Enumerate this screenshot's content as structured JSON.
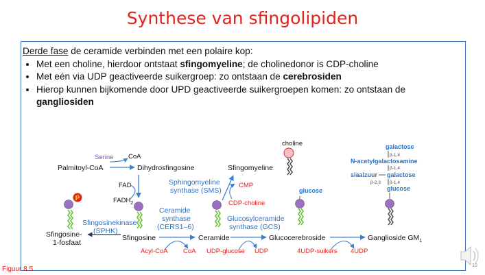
{
  "slide": {
    "title": "Synthese van sfingolipiden",
    "intro_underlined": "Derde fase",
    "intro_rest": " de ceramide verbinden met een polaire kop:",
    "bullets": [
      {
        "pre": "Met een choline, hierdoor ontstaat ",
        "bold": "sfingomyeline",
        "post": "; de cholinedonor is CDP-choline"
      },
      {
        "pre": "Met eén via UDP geactiveerde suikergroep: zo ontstaan de ",
        "bold": "cerebrosiden",
        "post": ""
      },
      {
        "pre": "Hierop kunnen bijkomende door UPD geactiveerde suikergroepen komen: zo ontstaan de ",
        "bold": "gangliosiden",
        "post": ""
      }
    ],
    "figure_label": "Figuur 8.5",
    "page_number": "10",
    "speaker_icon": "speaker-icon"
  },
  "diagram": {
    "serine": "Serine",
    "coa_top": "CoA",
    "palmitoyl_coa": "Palmitoyl-CoA",
    "dihydrosfingosine": "Dihydrosfingosine",
    "fad": "FAD",
    "fadh2": "FADH",
    "fadh2_sub": "2",
    "p_label": "P",
    "sfingosinekinase": "Sfingosinekinase",
    "sphk": "(SPHK)",
    "sfingosine_1_fosfaat_1": "Sfingosine-",
    "sfingosine_1_fosfaat_2": "1-fosfaat",
    "sfingosine": "Sfingosine",
    "ceramide_synthase_1": "Ceramide",
    "ceramide_synthase_2": "synthase",
    "ceramide_synthase_3": "(CERS1–6)",
    "acyl_coa": "Acyl-CoA",
    "coa_bottom": "CoA",
    "ceramide": "Ceramide",
    "sms_1": "Sphingomyeline",
    "sms_2": "synthase (SMS)",
    "cmp": "CMP",
    "cdp_choline": "CDP-choline",
    "sfingomyeline": "Sfingomyeline",
    "choline": "choline",
    "gcs_1": "Glucosylceramide",
    "gcs_2": "synthase (GCS)",
    "udp_glucose": "UDP-glucose",
    "udp": "UDP",
    "glucose": "glucose",
    "glucocerebroside": "Glucocerebroside",
    "udp_suikers": "4UDP-suikers",
    "udp4": "4UDP",
    "ganglioside": "Ganglioside GM",
    "ganglioside_sub": "1",
    "galactose_top": "galactose",
    "beta14_a": "β-1,4",
    "n_acetyl": "N-acetylgalactosamine",
    "beta14_b": "β-1,4",
    "siaalzuur": "siaalzuur",
    "galactose_mid": "galactose",
    "beta23": "β-2,3",
    "beta14_c": "β-1,4",
    "glucose_gang": "glucose"
  },
  "colors": {
    "title": "#e0231d",
    "blue_text": "#2a73c8",
    "red_text": "#e0231d",
    "purple_text": "#8a4ab8",
    "head_purple": "#9b6fc4",
    "tail_green": "#6cbf3a",
    "arrow_blue": "#3d7fd1"
  }
}
